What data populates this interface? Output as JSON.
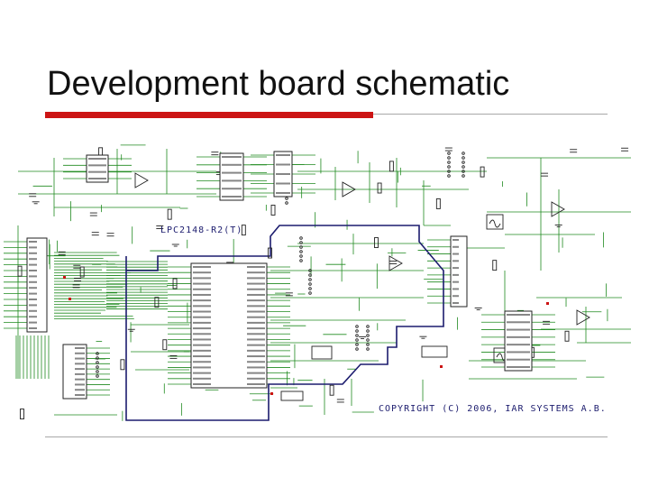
{
  "slide": {
    "title": "Development board schematic"
  },
  "schematic": {
    "main_label": "LPC2148-R2(T)",
    "copyright": "COPYRIGHT (C) 2006, IAR SYSTEMS A.B."
  },
  "colors": {
    "accent_red": "#cc1414",
    "rule_gray": "#a8a8a8",
    "wire_green": "#1f8a1f",
    "outline_navy": "#1c1c6e",
    "component_black": "#222222"
  }
}
